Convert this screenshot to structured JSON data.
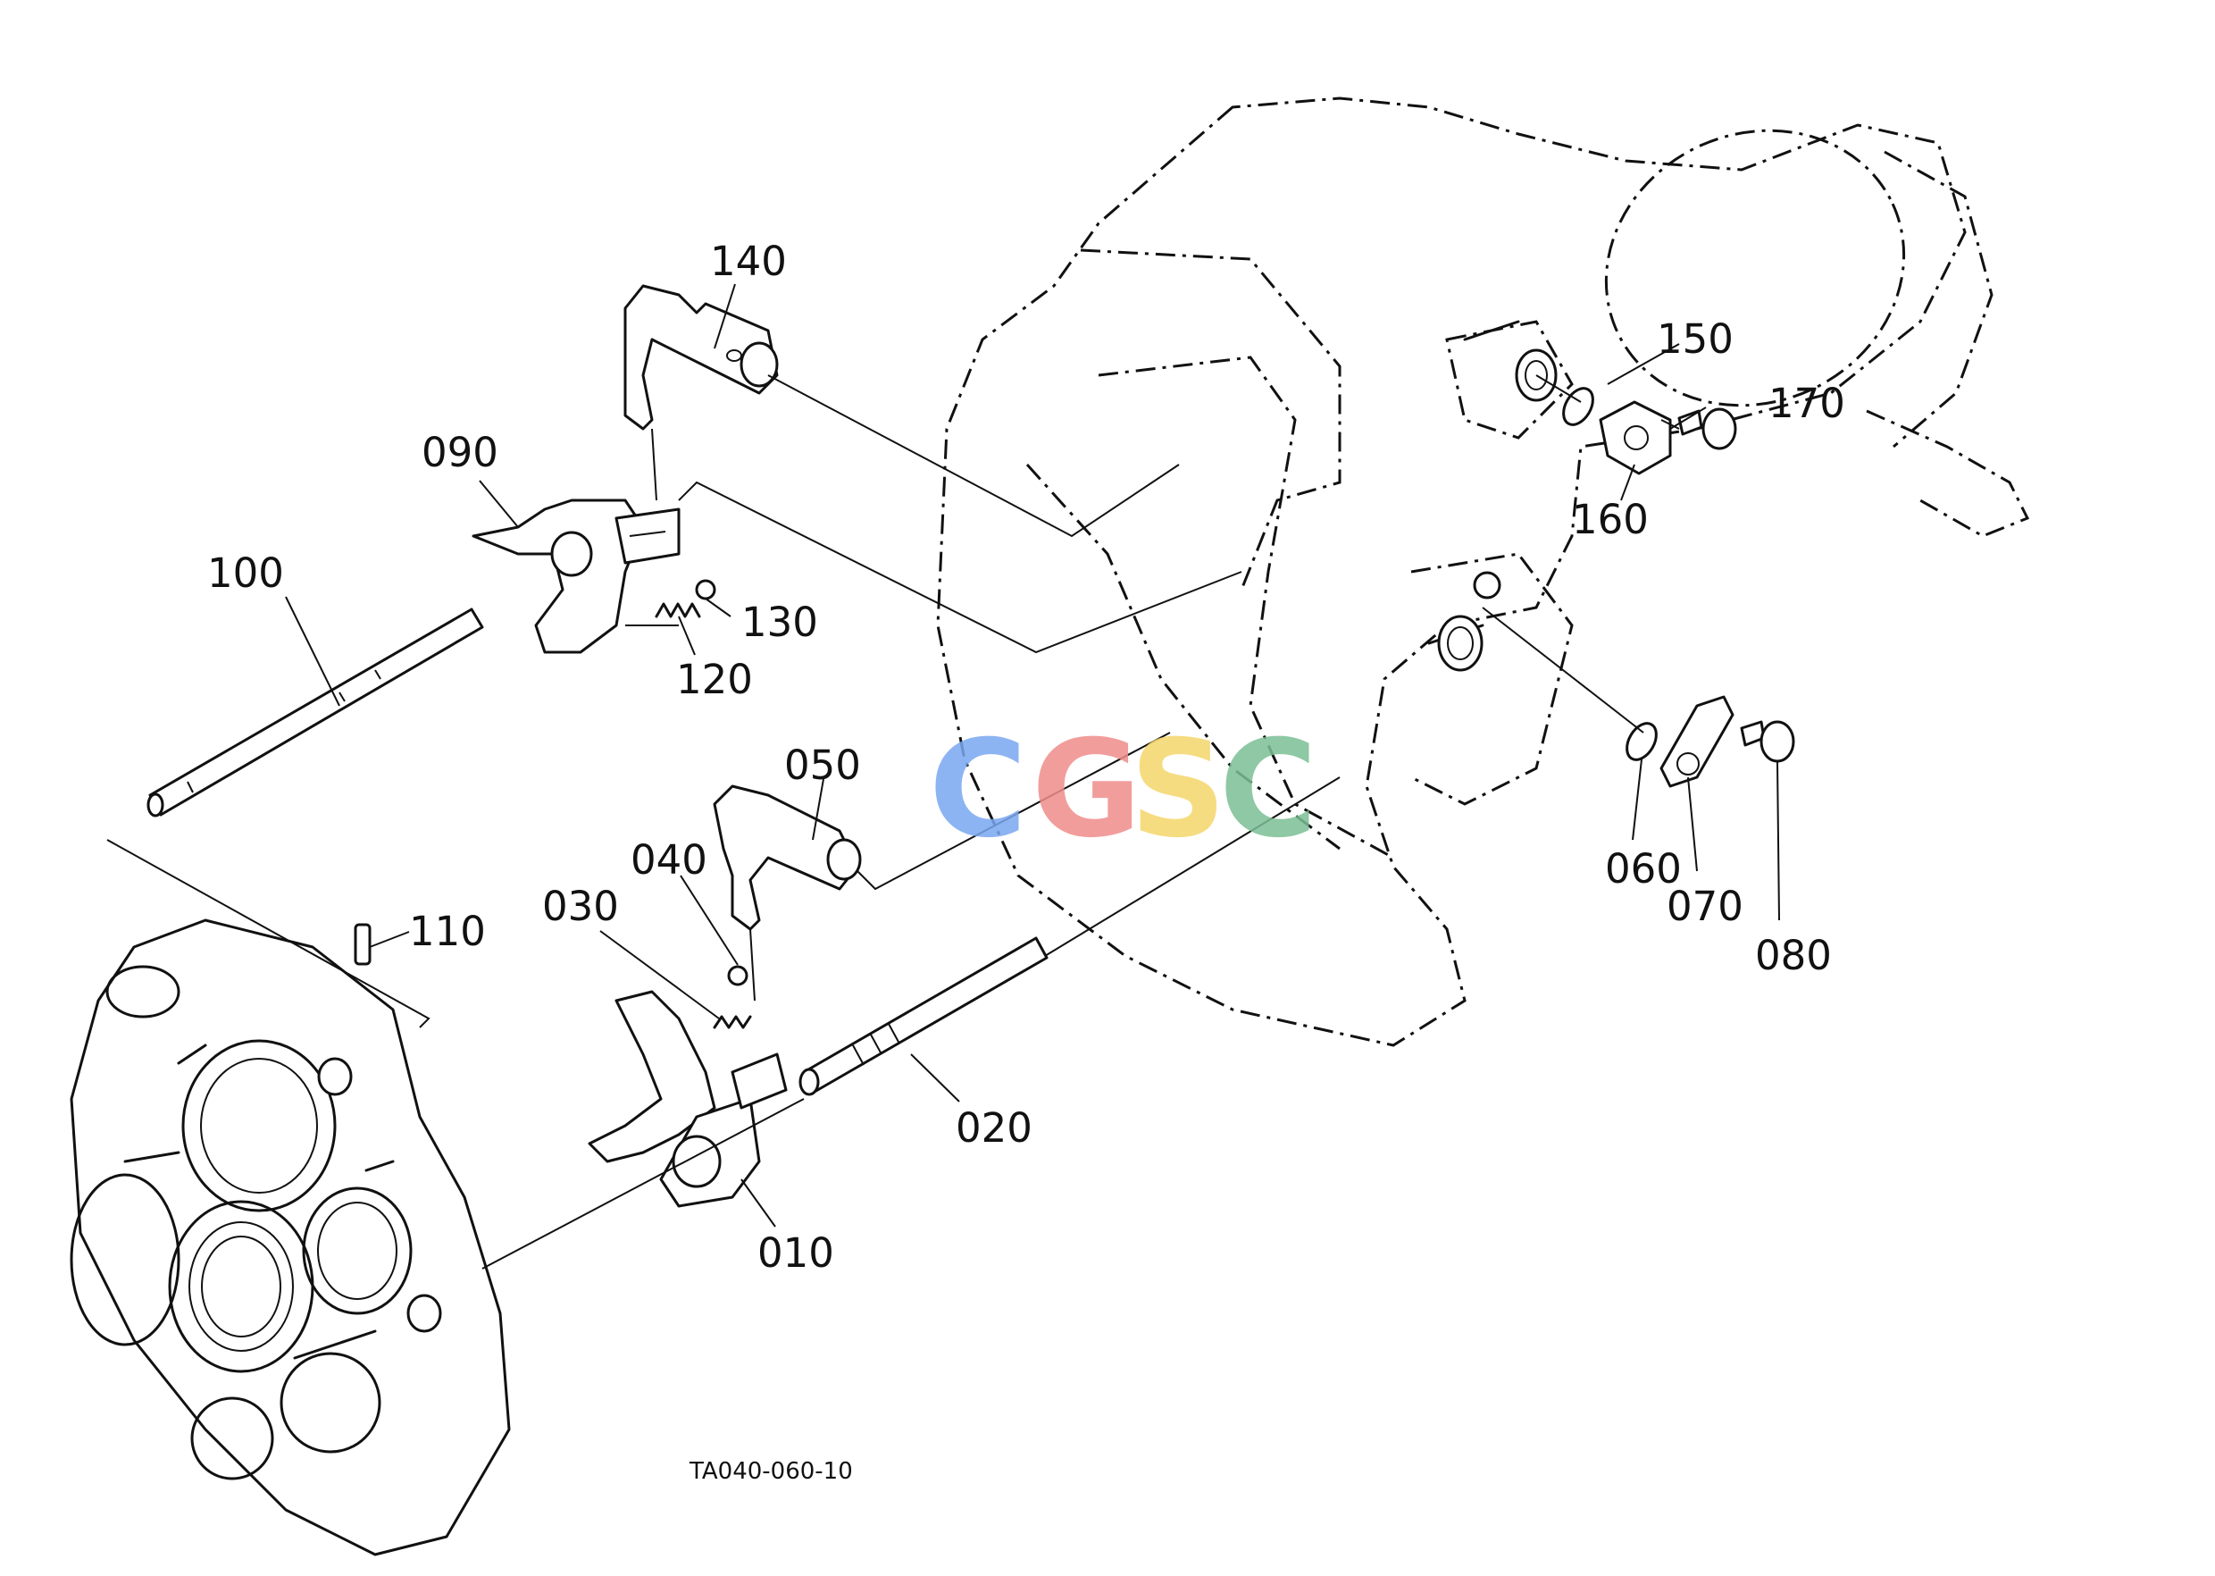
{
  "diagram": {
    "drawing_code": "TA040-060-10",
    "watermark": {
      "letters": [
        "C",
        "G",
        "S",
        "C"
      ],
      "colors": [
        "#7aa7f0",
        "#ef8d8b",
        "#f5d66a",
        "#7cbf95"
      ]
    },
    "part_labels": {
      "p010": "010",
      "p020": "020",
      "p030": "030",
      "p040": "040",
      "p050": "050",
      "p060": "060",
      "p070": "070",
      "p080": "080",
      "p090": "090",
      "p100": "100",
      "p110": "110",
      "p120": "120",
      "p130": "130",
      "p140": "140",
      "p150": "150",
      "p160": "160",
      "p170": "170"
    }
  }
}
